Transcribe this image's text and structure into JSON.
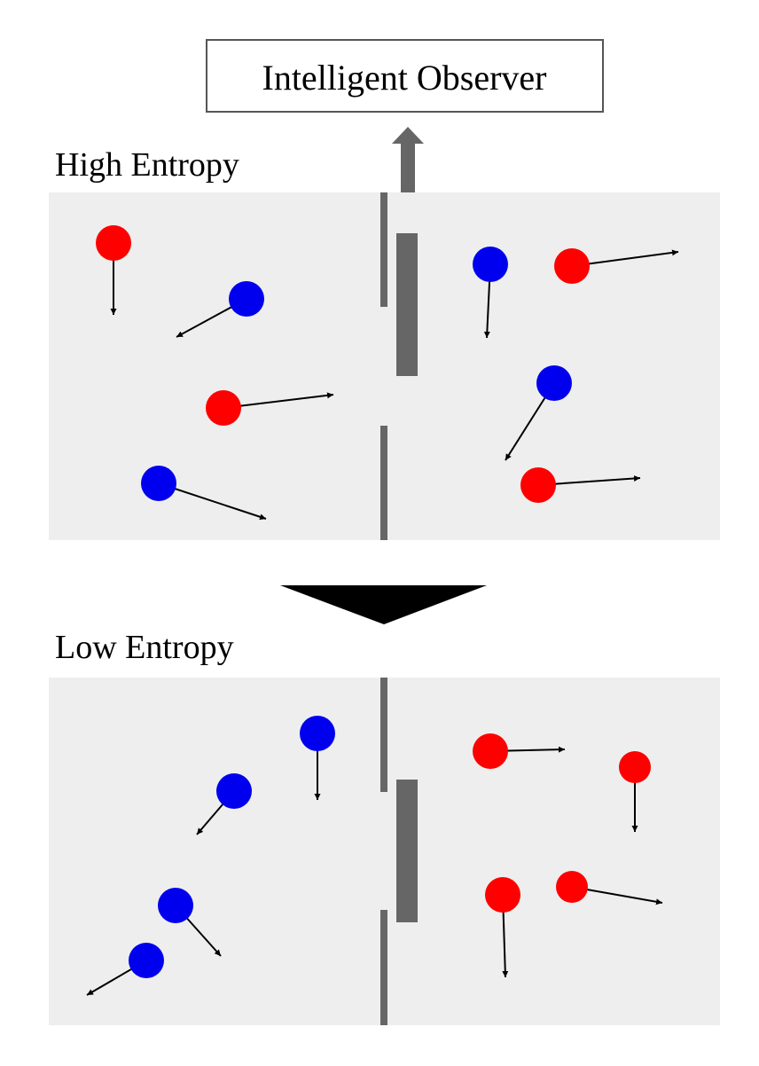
{
  "observer": {
    "label": "Intelligent Observer"
  },
  "top_panel": {
    "label": "High Entropy"
  },
  "bottom_panel": {
    "label": "Low Entropy"
  },
  "colors": {
    "red_particle": "#ff0000",
    "blue_particle": "#0000ee",
    "panel_background": "#eeeeee",
    "wall": "#666666",
    "velocity_arrow": "#000000",
    "transition_arrow": "#000000",
    "observer_link_arrow": "#666666"
  },
  "icons": {
    "transition": "down-triangle-arrow",
    "observer_link": "double-headed-vertical-arrow",
    "door": "sliding-door-bar"
  }
}
